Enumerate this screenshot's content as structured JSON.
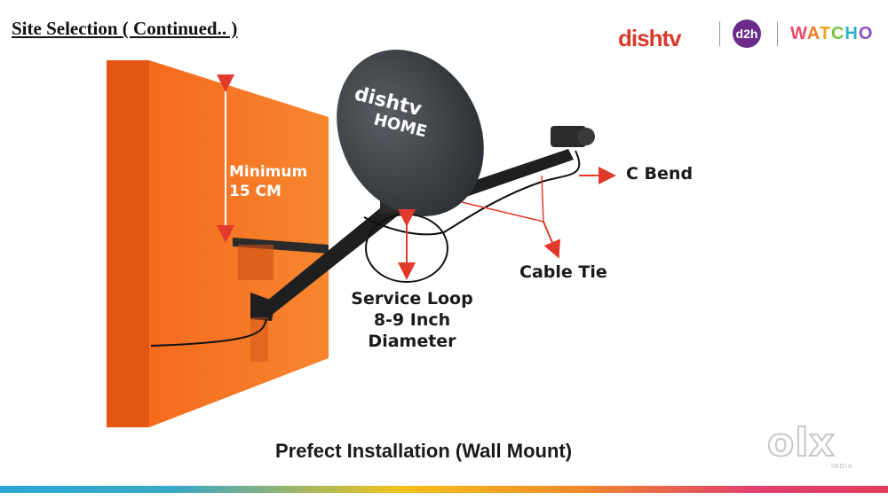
{
  "title": "Site Selection ( Continued.. )",
  "logos": {
    "dishtv": "dishtv",
    "d2h": "d2h",
    "watcho": [
      "W",
      "A",
      "T",
      "C",
      "H",
      "O"
    ]
  },
  "illustration": {
    "dish_brand": "dishtv",
    "dish_sub": "HOME"
  },
  "labels": {
    "minimum_line1": "Minimum",
    "minimum_line2": "15 CM",
    "c_bend": "C Bend",
    "cable_tie": "Cable Tie",
    "service_loop_line1": "Service Loop",
    "service_loop_line2": "8-9 Inch",
    "service_loop_line3": "Diameter"
  },
  "caption": "Prefect Installation (Wall Mount)",
  "watermark": {
    "text": "olx",
    "sub": "INDIA"
  },
  "colors": {
    "wall": "#f26a1b",
    "wall_side": "#d24e12",
    "arrow": "#e23a2a",
    "dish": "#3a3d42"
  }
}
